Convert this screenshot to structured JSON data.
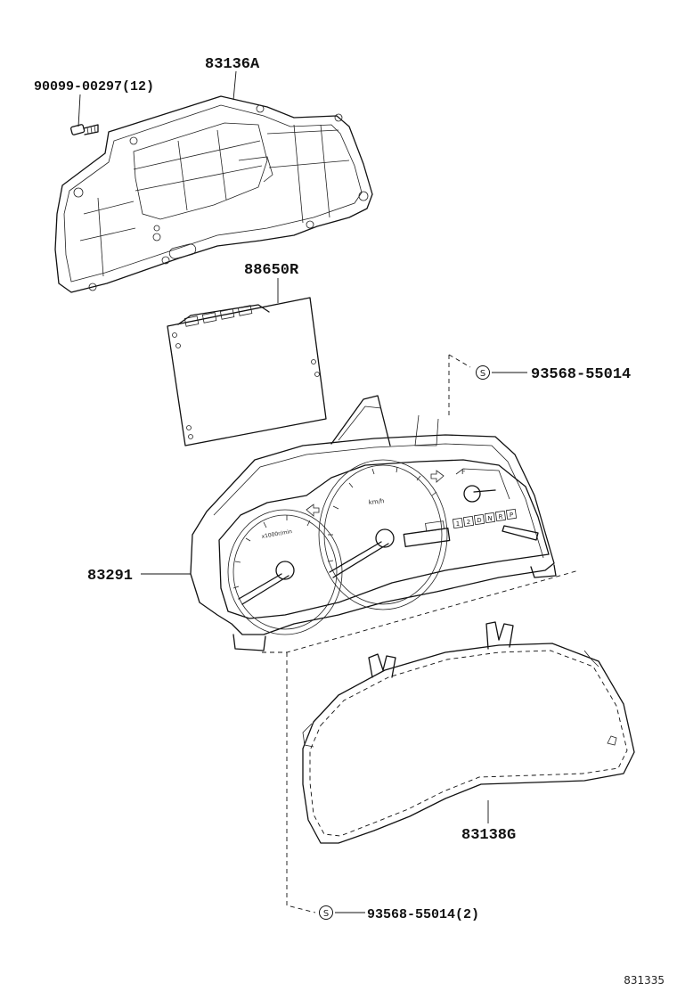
{
  "diagram": {
    "callouts": {
      "bracket": "83136A",
      "screw": "90099-00297(12)",
      "circuit_board": "88650R",
      "clip_top": "93568-55014",
      "meter_assembly": "83291",
      "glass_cover": "83138G",
      "clip_bottom": "93568-55014(2)"
    },
    "symbol_letter": "S",
    "dial_text": {
      "tach_unit": "x1000r/min",
      "speed_unit": "km/h",
      "gear_indicators": [
        "1",
        "2",
        "D",
        "N",
        "R",
        "P"
      ],
      "fuel_mark": "F"
    },
    "figure_number": "831335"
  }
}
